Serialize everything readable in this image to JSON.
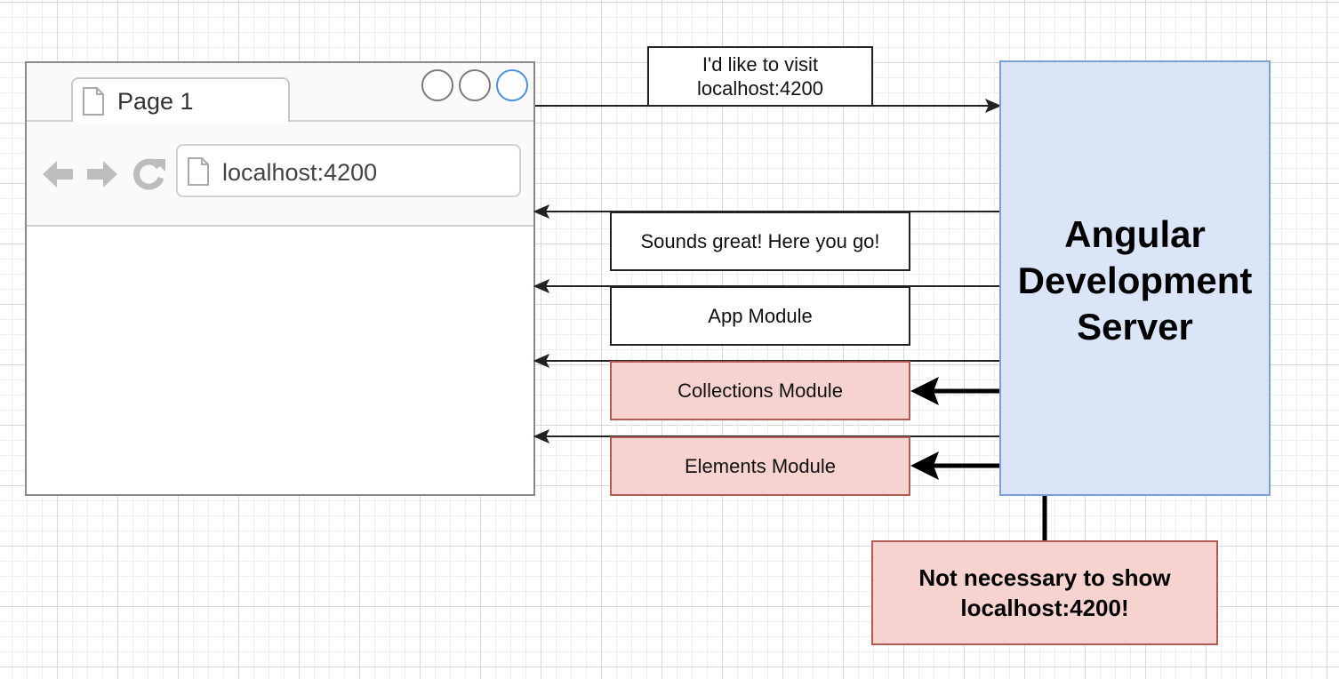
{
  "browser": {
    "tab_label": "Page 1",
    "url": "localhost:4200"
  },
  "messages": {
    "request": "I'd like to visit localhost:4200",
    "response": "Sounds great! Here you go!",
    "app_module": "App Module",
    "collections_module": "Collections Module",
    "elements_module": "Elements Module"
  },
  "server": {
    "title": "Angular Development Server"
  },
  "note": {
    "text": "Not necessary to show localhost:4200!"
  },
  "colors": {
    "server_fill": "#dae5f7",
    "server_border": "#7d9ed6",
    "module_fill": "#f6d3cf",
    "module_border": "#b35a55"
  }
}
